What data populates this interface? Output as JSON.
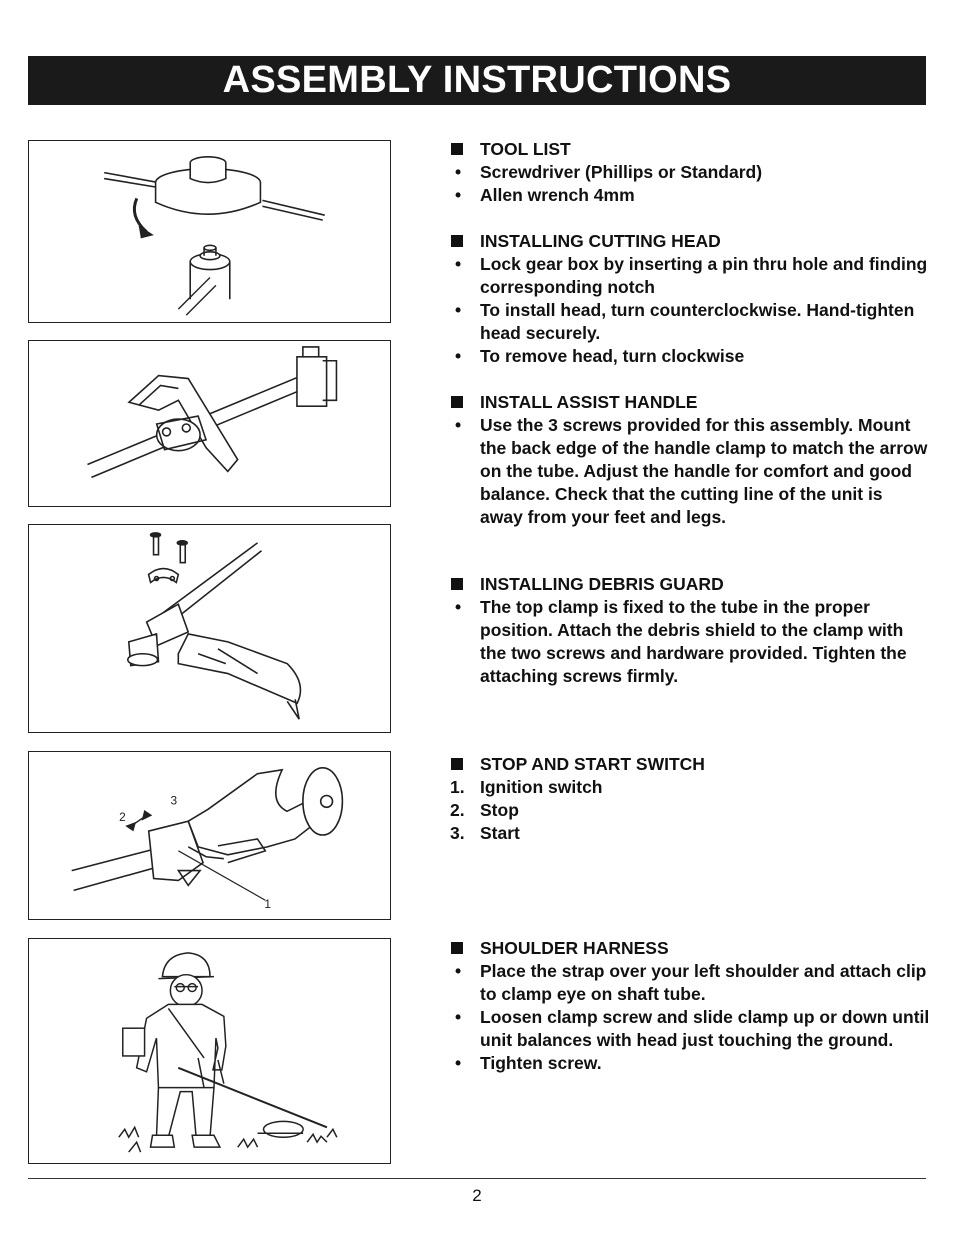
{
  "header": {
    "title": "ASSEMBLY INSTRUCTIONS"
  },
  "sections": [
    {
      "heading": "TOOL LIST",
      "items": [
        "Screwdriver (Phillips or Standard)",
        "Allen wrench 4mm"
      ]
    },
    {
      "heading": "INSTALLING CUTTING HEAD",
      "items": [
        "Lock gear box by inserting a pin thru hole and finding corresponding notch",
        "To install head, turn counterclockwise. Hand-tighten head securely.",
        "To remove head, turn clockwise"
      ]
    },
    {
      "heading": "INSTALL ASSIST HANDLE",
      "items": [
        "Use the 3 screws provided for this assembly. Mount the back edge of the handle clamp to match the arrow on the tube. Adjust the handle for comfort and good balance. Check that the cutting line of the unit is away from your feet and legs."
      ]
    },
    {
      "heading": "INSTALLING DEBRIS GUARD",
      "items": [
        "The top clamp is fixed to the tube in the proper position. Attach the debris shield to the clamp with the two screws and hardware provided. Tighten the attaching screws firmly."
      ]
    },
    {
      "heading": "STOP AND START SWITCH",
      "numbered": [
        {
          "num": "1.",
          "text": "Ignition switch"
        },
        {
          "num": "2.",
          "text": "Stop"
        },
        {
          "num": "3.",
          "text": "Start"
        }
      ]
    },
    {
      "heading": "SHOULDER HARNESS",
      "items": [
        "Place the strap over your left shoulder and attach clip to clamp eye on shaft tube.",
        "Loosen clamp screw and slide clamp up or down until unit balances with head just touching the ground.",
        "Tighten screw."
      ]
    }
  ],
  "figures": {
    "switch_callouts": {
      "one": "1",
      "two": "2",
      "three": "3"
    }
  },
  "bullet_char": "•",
  "footer": {
    "page_number": "2"
  }
}
